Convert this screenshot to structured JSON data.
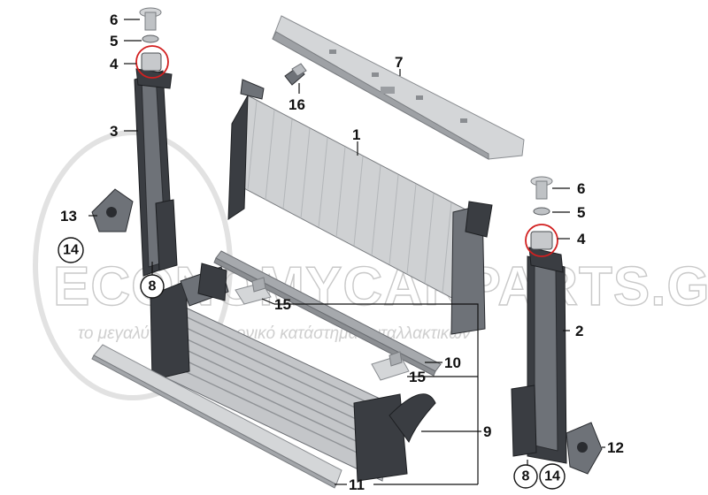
{
  "watermark": {
    "brand": "ECONOMYCARPARTS.GR",
    "tagline": "το μεγαλύτερο ηλεκτρονικό κατάστημα ανταλλακτικών"
  },
  "callouts": [
    {
      "id": "c6a",
      "label": "6"
    },
    {
      "id": "c5a",
      "label": "5"
    },
    {
      "id": "c4a",
      "label": "4"
    },
    {
      "id": "c3",
      "label": "3"
    },
    {
      "id": "c13",
      "label": "13"
    },
    {
      "id": "c14a",
      "label": "14"
    },
    {
      "id": "c8a",
      "label": "8"
    },
    {
      "id": "c16",
      "label": "16"
    },
    {
      "id": "c7",
      "label": "7"
    },
    {
      "id": "c1",
      "label": "1"
    },
    {
      "id": "c15a",
      "label": "15"
    },
    {
      "id": "c10",
      "label": "10"
    },
    {
      "id": "c15b",
      "label": "15"
    },
    {
      "id": "c9",
      "label": "9"
    },
    {
      "id": "c11",
      "label": "11"
    },
    {
      "id": "c6b",
      "label": "6"
    },
    {
      "id": "c5b",
      "label": "5"
    },
    {
      "id": "c4b",
      "label": "4"
    },
    {
      "id": "c2",
      "label": "2"
    },
    {
      "id": "c12",
      "label": "12"
    },
    {
      "id": "c8b",
      "label": "8"
    },
    {
      "id": "c14b",
      "label": "14"
    }
  ],
  "colors": {
    "highlight_ring": "#d22020",
    "callout_text": "#111111"
  }
}
